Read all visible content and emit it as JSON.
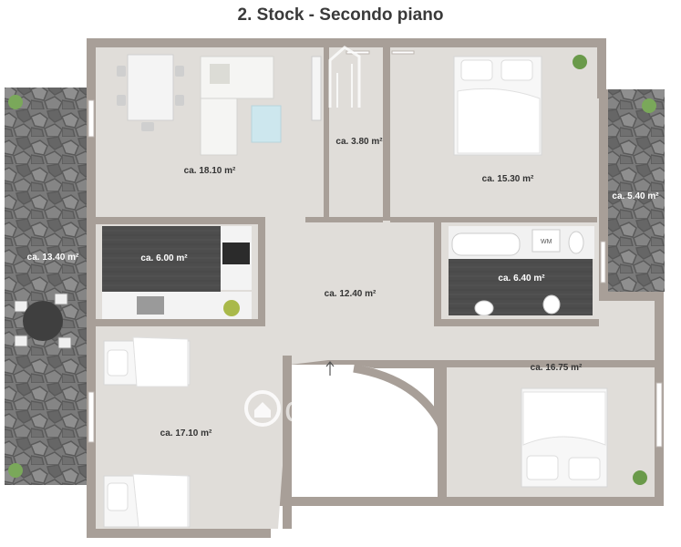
{
  "plan": {
    "title": "2. Stock - Secondo piano",
    "watermark": "casa.it",
    "rooms": [
      {
        "id": "living",
        "area": "ca. 18.10 m²"
      },
      {
        "id": "storage",
        "area": "ca. 3.80 m²"
      },
      {
        "id": "bedroom-top",
        "area": "ca. 15.30 m²"
      },
      {
        "id": "balcony-right",
        "area": "ca. 5.40 m²"
      },
      {
        "id": "terrace-left",
        "area": "ca. 13.40 m²"
      },
      {
        "id": "kitchen",
        "area": "ca. 6.00 m²"
      },
      {
        "id": "hall",
        "area": "ca. 12.40 m²"
      },
      {
        "id": "bathroom",
        "area": "ca. 6.40 m²"
      },
      {
        "id": "bedroom-right",
        "area": "ca. 16.75 m²"
      },
      {
        "id": "bedroom-left",
        "area": "ca. 17.10 m²"
      }
    ],
    "washer_label": "WM",
    "colors": {
      "wall": "#a89f98",
      "floor": "#e0ddd9",
      "stone": "#6e6e6e",
      "kitchen_dark": "#4d4d4d"
    }
  }
}
